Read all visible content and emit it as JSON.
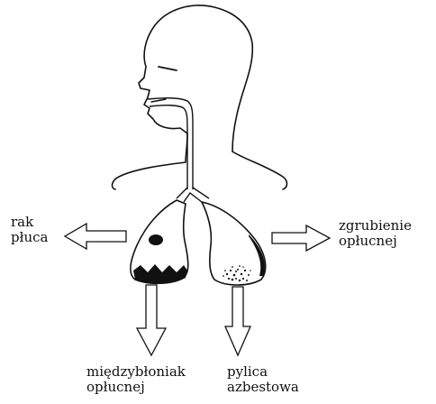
{
  "labels": {
    "lung_cancer": [
      "rak",
      "płuca"
    ],
    "pleural_thickening": [
      "zgrubienie",
      "opłucnej"
    ],
    "mesothelioma": [
      "międzybłoniak",
      "opłucnej"
    ],
    "asbestosis": [
      "pylica",
      "azbestowa"
    ]
  },
  "colors": {
    "line": "#111111",
    "background": "#ffffff"
  }
}
